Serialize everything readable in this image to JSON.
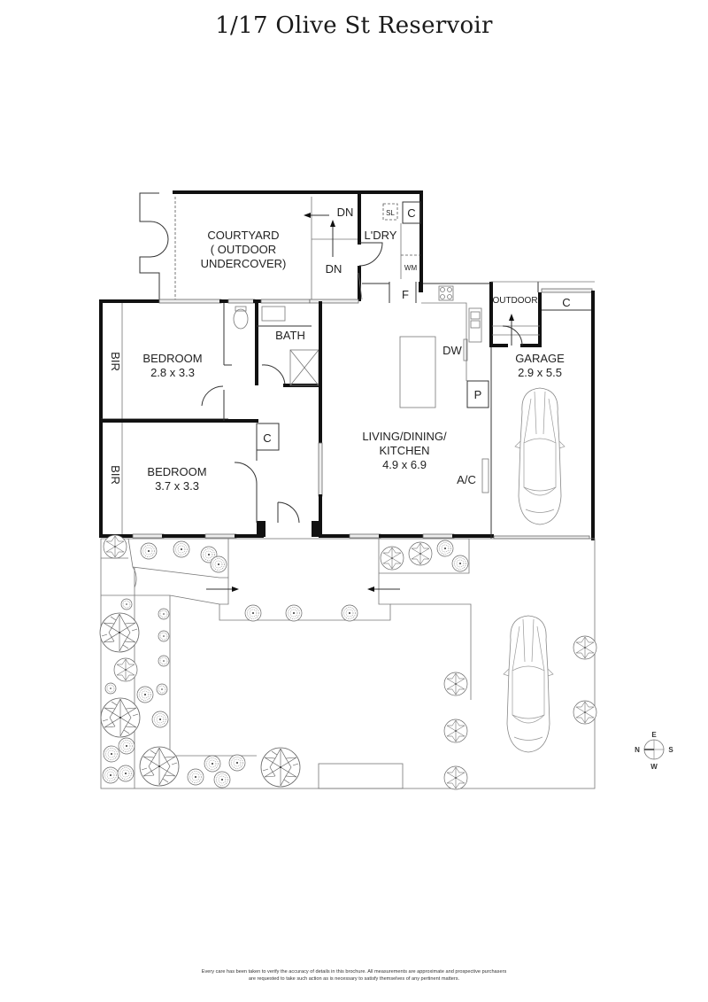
{
  "title": "1/17 Olive St Reservoir",
  "rooms": {
    "courtyard": {
      "line1": "COURTYARD",
      "line2": "( OUTDOOR",
      "line3": "UNDERCOVER)"
    },
    "laundry": {
      "label": "L'DRY"
    },
    "bedroom1": {
      "label": "BEDROOM",
      "dims": "2.8 x 3.3"
    },
    "bedroom2": {
      "label": "BEDROOM",
      "dims": "3.7 x 3.3"
    },
    "bath": {
      "label": "BATH"
    },
    "living": {
      "line1": "LIVING/DINING/",
      "line2": "KITCHEN",
      "dims": "4.9 x 6.9"
    },
    "garage": {
      "label": "GARAGE",
      "dims": "2.9 x 5.5"
    },
    "outdoor": {
      "label": "OUTDOOR"
    }
  },
  "fixtures": {
    "dn_top": "DN",
    "dn_bottom": "DN",
    "sink_laundry": "SL",
    "cupboard_laundry": "C",
    "washing_machine": "WM",
    "fridge": "F",
    "dishwasher": "DW",
    "pantry": "P",
    "air_con": "A/C",
    "cupboard_hall": "C",
    "cupboard_garage": "C",
    "bir_top": "BIR",
    "bir_bottom": "BIR"
  },
  "compass": {
    "north": "N",
    "south": "S",
    "east": "E",
    "west": "W"
  },
  "disclaimer": {
    "line1": "Every care has been taken to verify the accuracy of details in this brochure. All measurements are approximate and prospective purchasers",
    "line2": "are requested to take such action as is necessary to satisfy themselves of any pertinent matters."
  }
}
